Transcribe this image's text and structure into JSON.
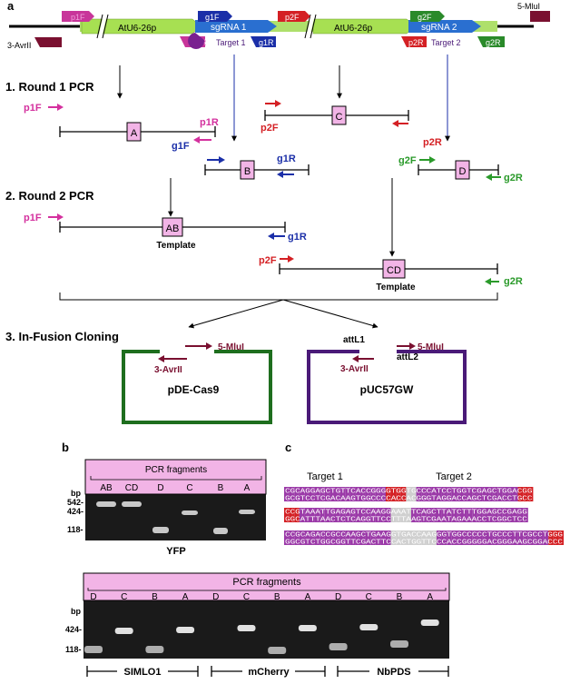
{
  "panel_a": {
    "label": "a",
    "construct": {
      "promoter_1": "AtU6-26p",
      "sgrna_1": "sgRNA 1",
      "promoter_2": "AtU6-26p",
      "sgrna_2": "sgRNA 2",
      "target_1": "Target 1",
      "target_2": "Target 2",
      "p1f": "p1F",
      "g1f": "g1F",
      "p2f": "p2F",
      "g2f": "g2F",
      "p1r": "p1R",
      "g1r": "g1R",
      "p2r": "p2R",
      "g2r": "g2R",
      "mlu": "5-MluI",
      "avr": "3-AvrII"
    },
    "round1": {
      "title": "1. Round 1 PCR",
      "fragA": "A",
      "fragB": "B",
      "fragC": "C",
      "fragD": "D",
      "p1f": "p1F",
      "p1r": "p1R",
      "g1f": "g1F",
      "g1r": "g1R",
      "p2f": "p2F",
      "p2r": "p2R",
      "g2f": "g2F",
      "g2r": "g2R"
    },
    "round2": {
      "title": "2. Round 2 PCR",
      "fragAB": "AB",
      "fragCD": "CD",
      "template_ab": "Template",
      "template_cd": "Template",
      "p1f": "p1F",
      "g1r": "g1R",
      "p2f": "p2F",
      "g2r": "g2R"
    },
    "cloning": {
      "title": "3. In-Fusion Cloning",
      "vector1": "pDE-Cas9",
      "vector2": "pUC57GW",
      "mlu1": "5-MluI",
      "avr1": "3-AvrII",
      "mlu2": "5-MluI",
      "avr2": "3-AvrII",
      "attl1": "attL1",
      "attl2": "attL2"
    },
    "colors": {
      "p1": "#d4309e",
      "g1": "#1b2fa8",
      "p2": "#d42024",
      "g2": "#2a9a2a",
      "maroon": "#7a1030",
      "green_vec": "#1e6e1e",
      "purple_vec": "#4a1a78"
    }
  },
  "panel_b": {
    "label": "b",
    "gel1": {
      "header": "PCR fragments",
      "lanes": [
        "AB",
        "CD",
        "D",
        "C",
        "B",
        "A"
      ],
      "bp": "bp",
      "markers": [
        "542-",
        "424-",
        "118-"
      ],
      "caption": "YFP"
    },
    "gel2": {
      "header": "PCR fragments",
      "lanes": [
        "D",
        "C",
        "B",
        "A",
        "D",
        "C",
        "B",
        "A",
        "D",
        "C",
        "B",
        "A"
      ],
      "bp": "bp",
      "markers": [
        "424-",
        "118-"
      ],
      "groups": [
        "SIMLO1",
        "mCherry",
        "NbPDS"
      ]
    }
  },
  "panel_c": {
    "label": "c",
    "target1": "Target 1",
    "target2": "Target 2",
    "blocks": [
      [
        "CGCAGGAGCTGTTCACCGGGGTGGTGCCCATCCTGGTCGAGCTGGACGG",
        "GCGTCCTCGACAAGTGGCCCCACCACGGGTAGGACCAGCTCGACCTGCC"
      ],
      [
        "CCGTAAATTGAGAGTCCAAGGAAATTCAGCTTATCTTTGGAGCCGAGG",
        "GGCATTTAACTCTCAGGTTCCTTTAAGTCGAATAGAAACCTCGGCTCC"
      ],
      [
        "CCGCAGACCGCCAAGCTGAAGGTGACCAAGGGTGGCCCCCTGCCCTTCGCCTGGG",
        "GGCGTCTGGCGGTTCGACTTCCACTGGTTCCCACCGGGGGACGGGAAGCGGACCC"
      ]
    ]
  }
}
